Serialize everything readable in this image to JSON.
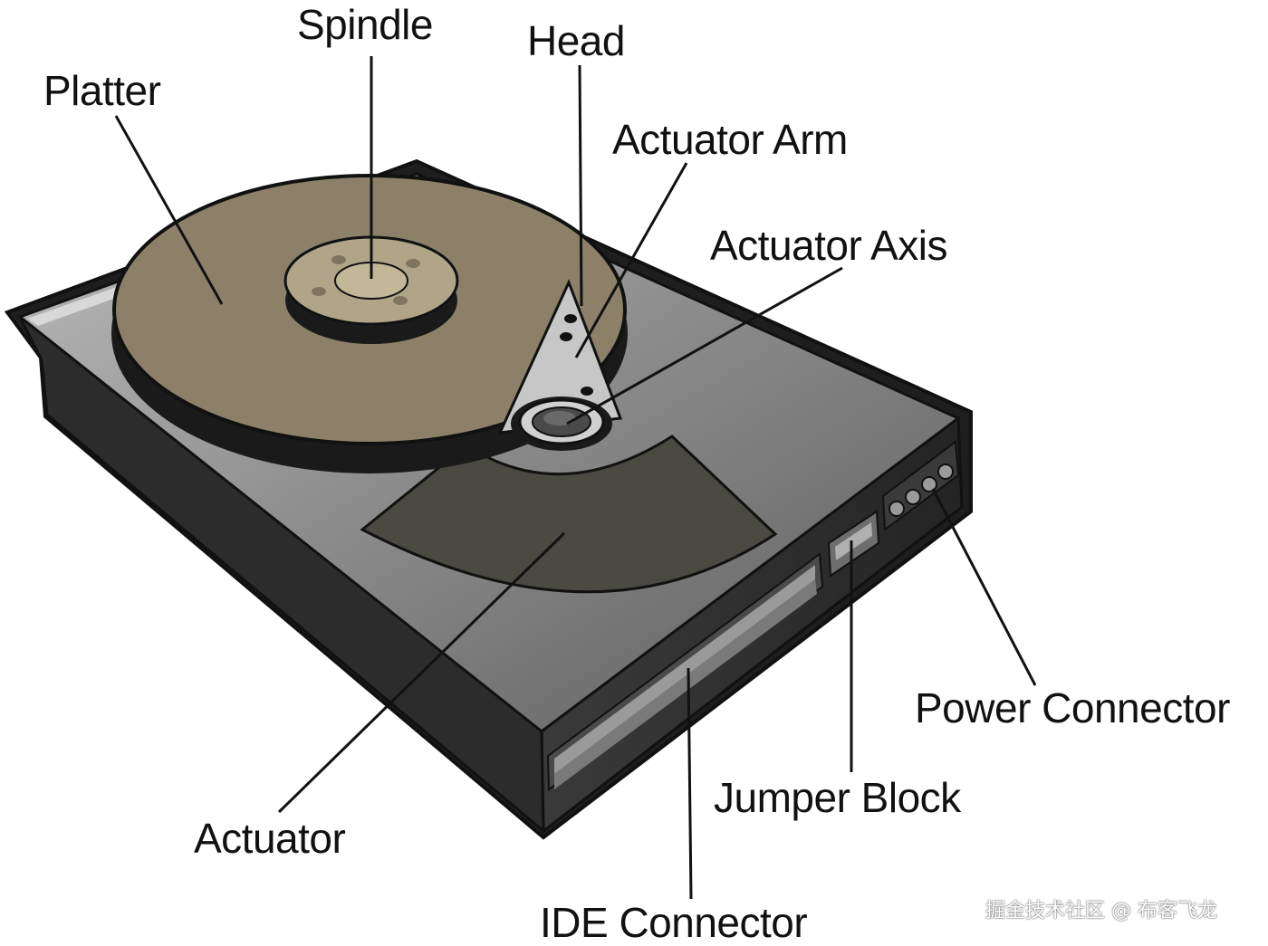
{
  "labels": {
    "spindle": "Spindle",
    "head": "Head",
    "platter": "Platter",
    "actuator_arm": "Actuator Arm",
    "actuator_axis": "Actuator Axis",
    "power_connector": "Power Connector",
    "jumper_block": "Jumper Block",
    "actuator": "Actuator",
    "ide_connector": "IDE Connector"
  },
  "watermark": "掘金技术社区 @ 布客飞龙",
  "colors": {
    "outline": "#111111",
    "case_top": "#8f8f8f",
    "case_dark": "#2e2e2e",
    "platter": "#8c8168",
    "spindle_hub": "#b0a588",
    "actuator_magnet": "#4a4a42",
    "arm": "#c7c7c7"
  }
}
